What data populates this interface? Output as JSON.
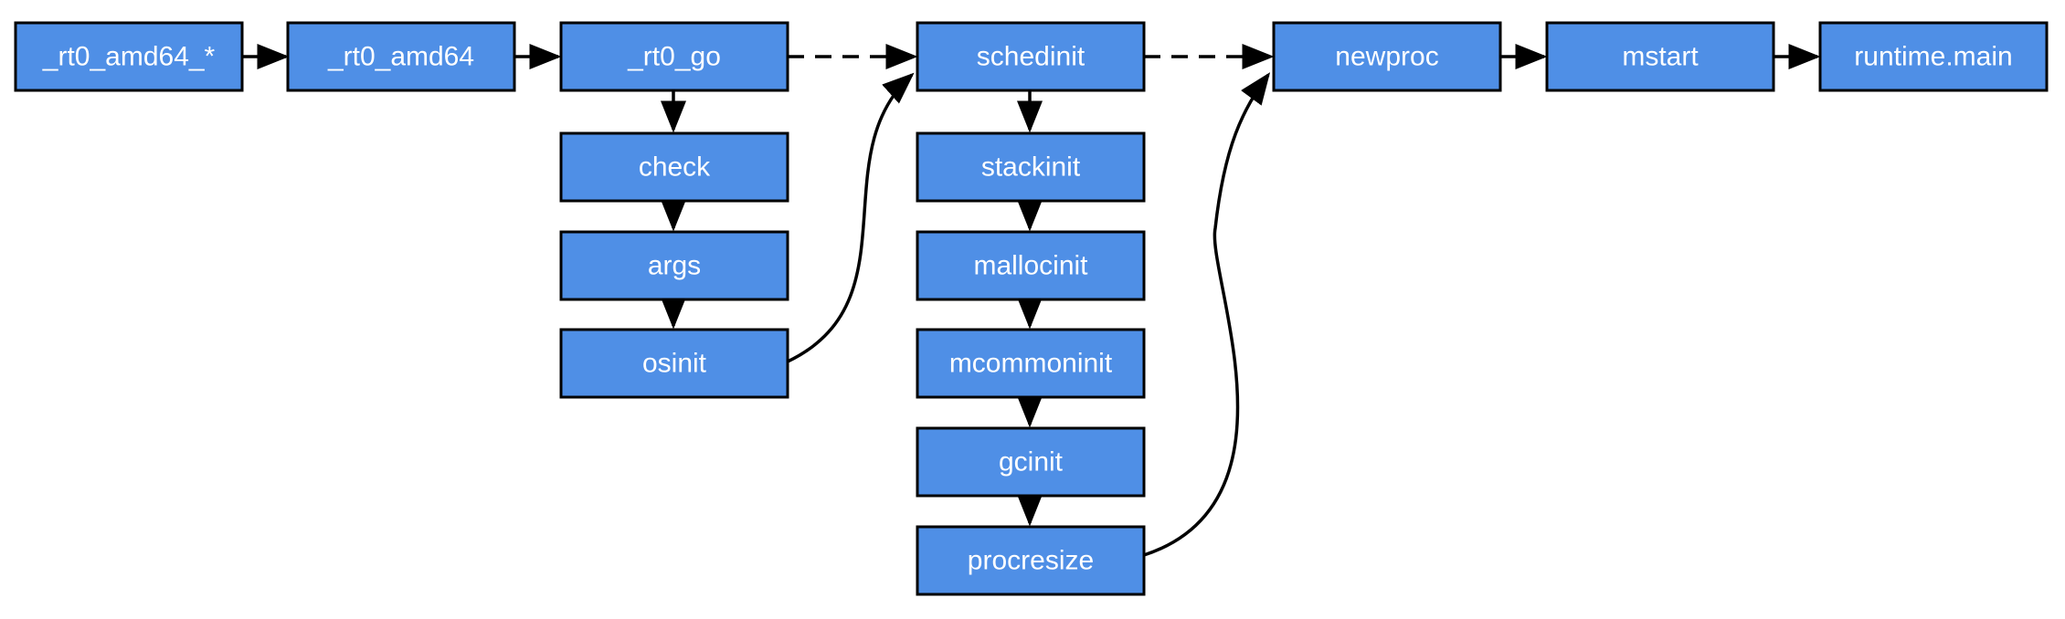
{
  "diagram": {
    "colors": {
      "node_fill": "#4f8fe6",
      "node_border": "#000000",
      "node_text": "#ffffff",
      "edge": "#000000"
    },
    "nodes": {
      "rt0_amd64_star": "_rt0_amd64_*",
      "rt0_amd64": "_rt0_amd64",
      "rt0_go": "_rt0_go",
      "check": "check",
      "args": "args",
      "osinit": "osinit",
      "schedinit": "schedinit",
      "stackinit": "stackinit",
      "mallocinit": "mallocinit",
      "mcommoninit": "mcommoninit",
      "gcinit": "gcinit",
      "procresize": "procresize",
      "newproc": "newproc",
      "mstart": "mstart",
      "runtime_main": "runtime.main"
    },
    "edges": [
      {
        "from": "_rt0_amd64_*",
        "to": "_rt0_amd64",
        "style": "solid"
      },
      {
        "from": "_rt0_amd64",
        "to": "_rt0_go",
        "style": "solid"
      },
      {
        "from": "_rt0_go",
        "to": "schedinit",
        "style": "dashed"
      },
      {
        "from": "_rt0_go",
        "to": "check",
        "style": "solid"
      },
      {
        "from": "check",
        "to": "args",
        "style": "solid"
      },
      {
        "from": "args",
        "to": "osinit",
        "style": "solid"
      },
      {
        "from": "osinit",
        "to": "schedinit",
        "style": "solid-curved"
      },
      {
        "from": "schedinit",
        "to": "stackinit",
        "style": "solid"
      },
      {
        "from": "stackinit",
        "to": "mallocinit",
        "style": "solid"
      },
      {
        "from": "mallocinit",
        "to": "mcommoninit",
        "style": "solid"
      },
      {
        "from": "mcommoninit",
        "to": "gcinit",
        "style": "solid"
      },
      {
        "from": "gcinit",
        "to": "procresize",
        "style": "solid"
      },
      {
        "from": "schedinit",
        "to": "newproc",
        "style": "dashed"
      },
      {
        "from": "procresize",
        "to": "newproc",
        "style": "solid-curved"
      },
      {
        "from": "newproc",
        "to": "mstart",
        "style": "solid"
      },
      {
        "from": "mstart",
        "to": "runtime.main",
        "style": "solid"
      }
    ]
  }
}
